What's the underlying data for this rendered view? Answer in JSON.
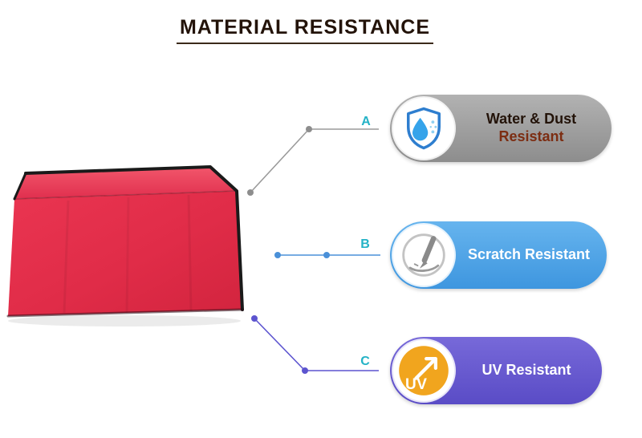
{
  "title": "MATERIAL RESISTANCE",
  "badges": [
    {
      "letter": "A",
      "lines": [
        "Water & Dust",
        "Resistant"
      ],
      "icon": "shield-water-icon",
      "pill_color": "#9a9a9a"
    },
    {
      "letter": "B",
      "lines": [
        "Scratch Resistant"
      ],
      "icon": "scratch-icon",
      "pill_color": "#4aa0e6"
    },
    {
      "letter": "C",
      "lines": [
        "UV Resistant"
      ],
      "icon": "uv-icon",
      "icon_text": "UV",
      "pill_color": "#6355cd"
    }
  ],
  "colors": {
    "letter_accent": "#23b2c6",
    "cover_red": "#e8304c",
    "cover_trim_black": "#1a1a1a",
    "shield_blue": "#2e7ecf",
    "water_drop_blue": "#35a3ea",
    "uv_orange": "#f1a51e",
    "resistant_maroon": "#7c2d12",
    "title_color": "#231309",
    "line_a_gray": "#9a9a9a",
    "line_b_blue": "#4a90d8",
    "line_c_purple": "#5c54cf"
  }
}
